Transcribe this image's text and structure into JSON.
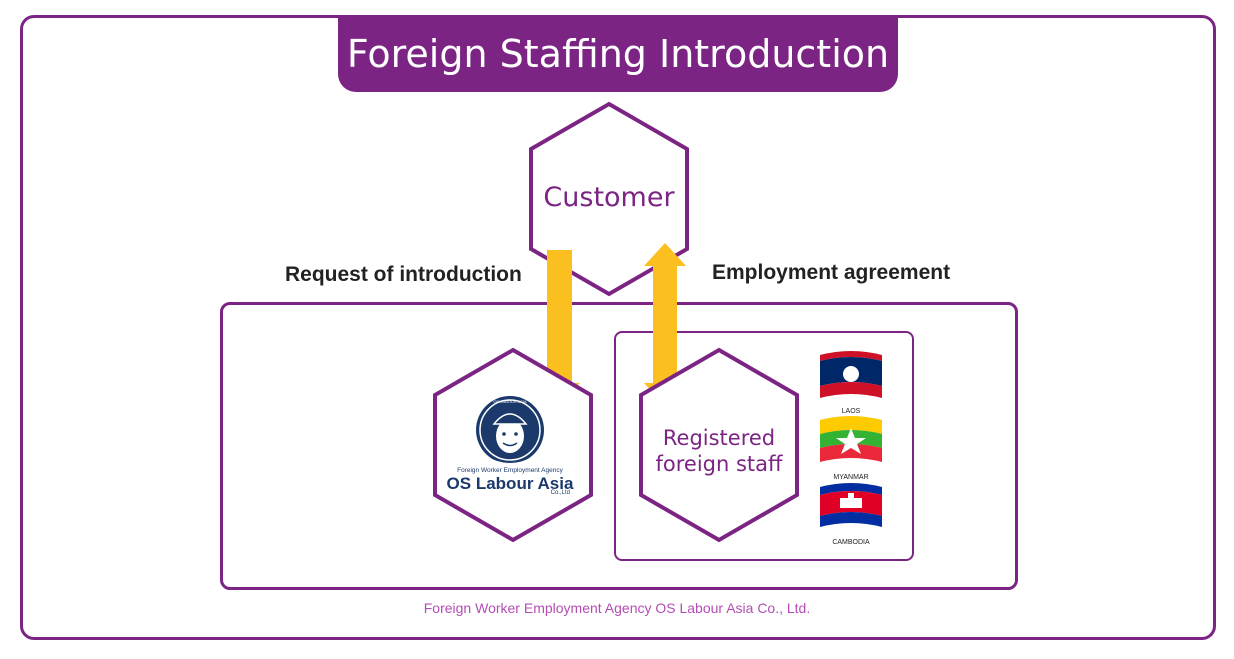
{
  "title": "Foreign Staffing Introduction",
  "customer_label": "Customer",
  "left_arrow_label": "Request of introduction",
  "right_arrow_label": "Employment agreement",
  "agency": {
    "logo_top_text": "OS LABOUR ASIA",
    "tagline": "Foreign Worker Employment Agency",
    "name": "OS Labour Asia",
    "suffix": "Co.,Ltd"
  },
  "staff_label_line1": "Registered",
  "staff_label_line2": "foreign staff",
  "flags": [
    {
      "country": "LAOS",
      "icon": "laos-flag-icon"
    },
    {
      "country": "MYANMAR",
      "icon": "myanmar-flag-icon"
    },
    {
      "country": "CAMBODIA",
      "icon": "cambodia-flag-icon"
    }
  ],
  "footer": "Foreign Worker Employment Agency OS Labour Asia Co., Ltd.",
  "colors": {
    "purple": "#7b2483",
    "arrow": "#fbbf1f",
    "footer": "#b44db5",
    "navy": "#1b3a6b"
  }
}
